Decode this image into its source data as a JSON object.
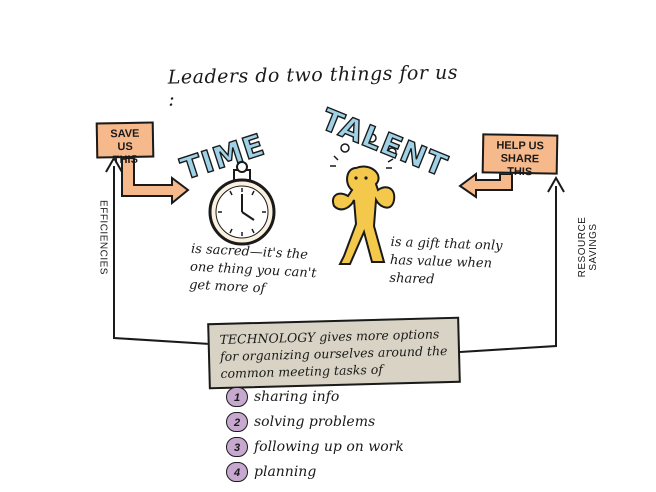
{
  "title": "Leaders do two things for us :",
  "left_box": "SAVE US THIS",
  "right_box": "HELP US SHARE THIS",
  "time_word": "TIME",
  "talent_word": "TALENT",
  "time_description": "is sacred—it's the one thing you can't get more of",
  "talent_description": "is a gift that only has value when shared",
  "left_side_label": "EFFICIENCIES",
  "right_side_label": "RESOURCE SAVINGS",
  "technology_text": "TECHNOLOGY gives more options for organizing ourselves around the common meeting tasks of",
  "tasks": [
    {
      "number": "1",
      "label": "sharing info"
    },
    {
      "number": "2",
      "label": "solving problems"
    },
    {
      "number": "3",
      "label": "following up on work"
    },
    {
      "number": "4",
      "label": "planning"
    }
  ],
  "colors": {
    "box_fill": "#f6b98b",
    "word_fill": "#9fd2e6",
    "figure_fill": "#f3c84b",
    "tech_fill": "#d8d3c4",
    "bullet_fill": "#c7a8cf"
  },
  "icons": [
    "stopwatch-icon",
    "juggler-figure-icon"
  ]
}
